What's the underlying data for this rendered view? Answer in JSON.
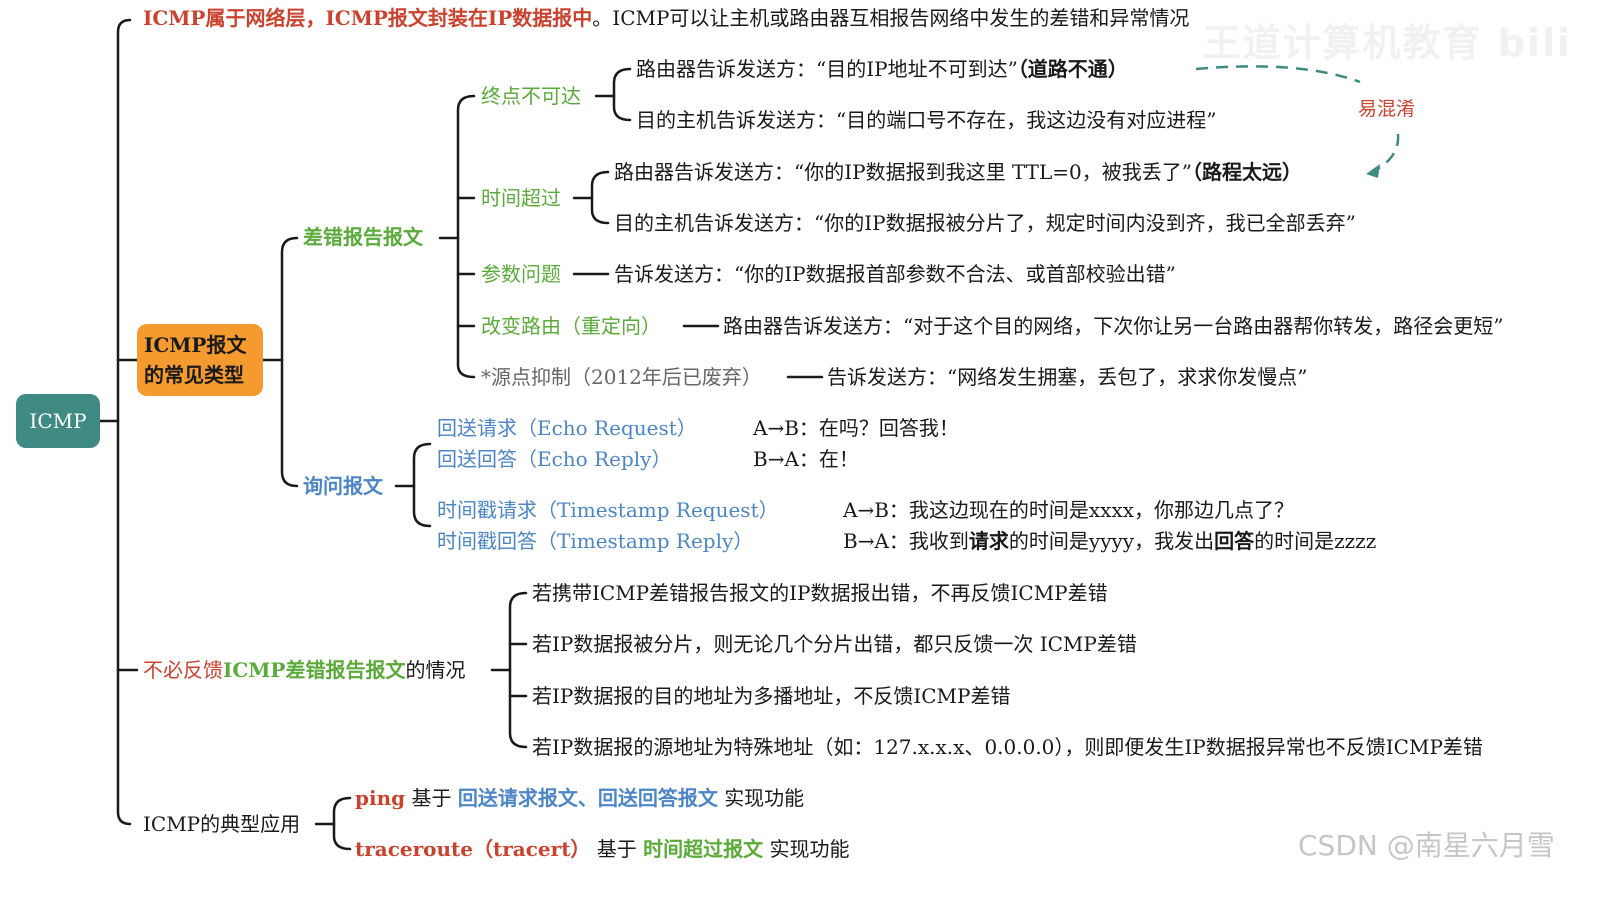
{
  "root": {
    "label": "ICMP"
  },
  "top_line": {
    "part1": "ICMP属于网络层，ICMP报文封装在IP数据报中",
    "part2": "。ICMP可以让主机或路由器互相报告网络中发生的差错和异常情况"
  },
  "types_node": {
    "line1": "ICMP报文",
    "line2": "的常见类型"
  },
  "error_report": {
    "label": "差错报告报文",
    "dest_unreachable": {
      "label": "终点不可达",
      "router": {
        "text": "路由器告诉发送方：“目的IP地址不可到达”",
        "note": "（道路不通）"
      },
      "host": {
        "text": "目的主机告诉发送方：“目的端口号不存在，我这边没有对应进程”"
      }
    },
    "time_exceeded": {
      "label": "时间超过",
      "router": {
        "text": "路由器告诉发送方：“你的IP数据报到我这里 TTL=0，被我丢了”",
        "note": "（路程太远）"
      },
      "host": {
        "text": "目的主机告诉发送方：“你的IP数据报被分片了，规定时间内没到齐，我已全部丢弃”"
      }
    },
    "param_problem": {
      "label": "参数问题",
      "text": "告诉发送方：“你的IP数据报首部参数不合法、或首部校验出错”"
    },
    "redirect": {
      "label": "改变路由（重定向）",
      "text": "路由器告诉发送方：“对于这个目的网络，下次你让另一台路由器帮你转发，路径会更短”"
    },
    "source_quench": {
      "label": "*源点抑制（2012年后已废弃）",
      "text": "告诉发送方：“网络发生拥塞，丢包了，求求你发慢点”"
    },
    "confuse_note": "易混淆"
  },
  "query": {
    "label": "询问报文",
    "echo_request": {
      "label": "回送请求（Echo Request）",
      "desc": "A→B：在吗？回答我！"
    },
    "echo_reply": {
      "label": "回送回答（Echo Reply）",
      "desc": "B→A：在！"
    },
    "ts_request": {
      "label": "时间戳请求（Timestamp Request）",
      "desc": "A→B：我这边现在的时间是xxxx，你那边几点了？"
    },
    "ts_reply": {
      "label": "时间戳回答（Timestamp Reply）",
      "desc_a": "B→A：我收到",
      "desc_b": "请求",
      "desc_c": "的时间是yyyy，我发出",
      "desc_d": "回答",
      "desc_e": "的时间是zzzz"
    }
  },
  "no_feedback": {
    "label_a": "不必反馈",
    "label_b": "ICMP差错报告报文",
    "label_c": "的情况",
    "items": [
      "若携带ICMP差错报告报文的IP数据报出错，不再反馈ICMP差错",
      "若IP数据报被分片，则无论几个分片出错，都只反馈一次 ICMP差错",
      "若IP数据报的目的地址为多播地址，不反馈ICMP差错",
      "若IP数据报的源地址为特殊地址（如：127.x.x.x、0.0.0.0），则即便发生IP数据报异常也不反馈ICMP差错"
    ]
  },
  "apps": {
    "label": "ICMP的典型应用",
    "ping": {
      "cmd": "ping",
      "based": "基于",
      "msgs": "回送请求报文、回送回答报文",
      "func": "实现功能"
    },
    "traceroute": {
      "cmd": "traceroute（tracert）",
      "based": "基于",
      "msgs": "时间超过报文",
      "func": "实现功能"
    }
  },
  "watermark": {
    "top": "王道计算机教育 bili",
    "bottom": "CSDN @南星六月雪"
  },
  "colors": {
    "root": "#3f8a83",
    "types": "#f59a2e",
    "red": "#c9432e",
    "green": "#5aab39",
    "blue": "#4c86c6",
    "dashed": "#3f8a83"
  }
}
